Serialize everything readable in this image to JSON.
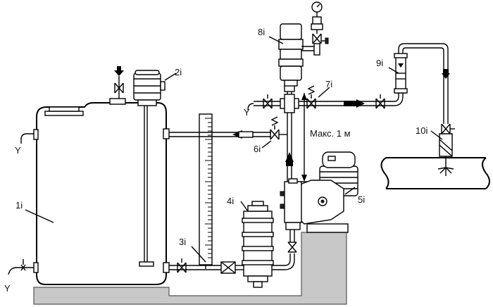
{
  "diagram": {
    "labels": {
      "tank": "1i",
      "mixer": "2i",
      "calibration_column": "3i",
      "filter": "4i",
      "pump": "5i",
      "relief_valve": "6i",
      "back_pressure_valve": "7i",
      "pulsation_damper": "8i",
      "flow_meter": "9i",
      "injection_nozzle": "10i"
    },
    "height_note": "Макс. 1 м"
  }
}
